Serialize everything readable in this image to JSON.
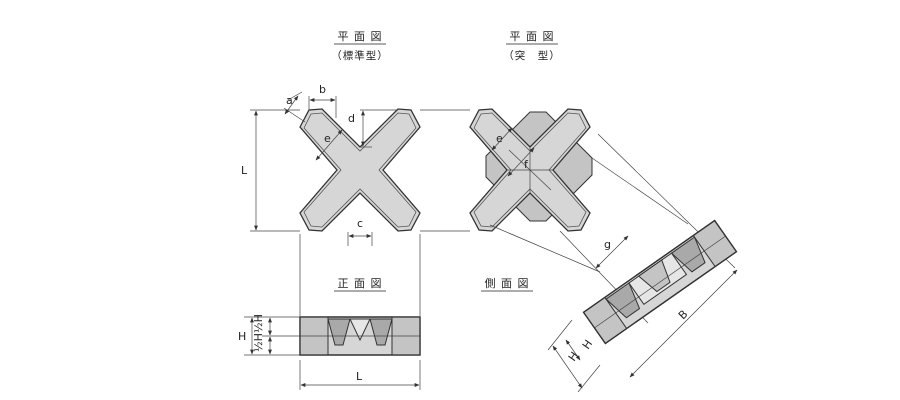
{
  "views": {
    "plan_standard": {
      "title": "平 面 図",
      "subtitle": "（標準型）"
    },
    "plan_protruding": {
      "title": "平 面 図",
      "subtitle": "（突　型）"
    },
    "front": {
      "title": "正 面 図"
    },
    "side": {
      "title": "側 面 図"
    }
  },
  "dimensions": {
    "a": "a",
    "b": "b",
    "c": "c",
    "d": "d",
    "e": "e",
    "f": "f",
    "g": "g",
    "L": "L",
    "B": "B",
    "H": "H",
    "half_H": "½H"
  },
  "colors": {
    "body": "#d6d6d6",
    "shade_dark": "#a9a9a9",
    "shade_mid": "#c4c4c4",
    "line": "#333333"
  }
}
